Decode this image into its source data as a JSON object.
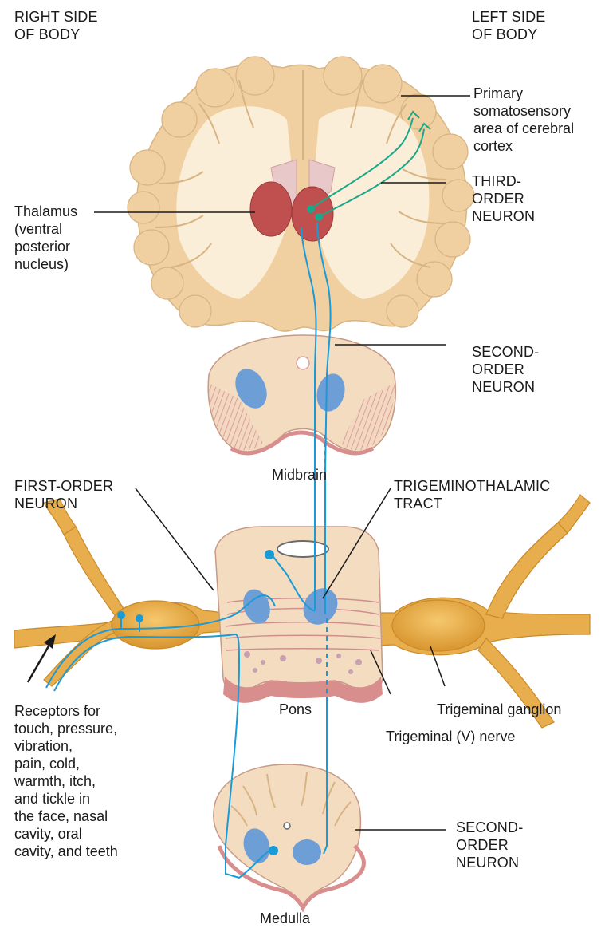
{
  "header": {
    "right_side": "RIGHT SIDE\nOF BODY",
    "left_side": "LEFT SIDE\nOF BODY"
  },
  "labels": {
    "primary_somatosensory": "Primary\nsomatosensory\narea of cerebral\ncortex",
    "thalamus": "Thalamus\n(ventral\nposterior\nnucleus)",
    "third_order": "THIRD-\nORDER\nNEURON",
    "second_order_upper": "SECOND-\nORDER\nNEURON",
    "midbrain": "Midbrain",
    "first_order": "FIRST-ORDER\nNEURON",
    "trigeminothalamic": "TRIGEMINOTHALAMIC\nTRACT",
    "pons": "Pons",
    "receptors": "Receptors for\ntouch, pressure,\nvibration,\npain, cold,\nwarmth, itch,\nand tickle in\nthe face, nasal\ncavity, oral\ncavity, and teeth",
    "trigeminal_ganglion": "Trigeminal ganglion",
    "trigeminal_nerve": "Trigeminal (V) nerve",
    "second_order_lower": "SECOND-\nORDER\nNEURON",
    "medulla": "Medulla"
  },
  "colors": {
    "cortex": "#f0cfa0",
    "white_matter": "#fbeed8",
    "thalamus": "#c05050",
    "nucleus_blue": "#6d9ed6",
    "nerve": "#e0a540",
    "first_neuron": "#1a9bd7",
    "third_neuron": "#1aa88a",
    "pontine_stripe": "#d69a9a"
  }
}
